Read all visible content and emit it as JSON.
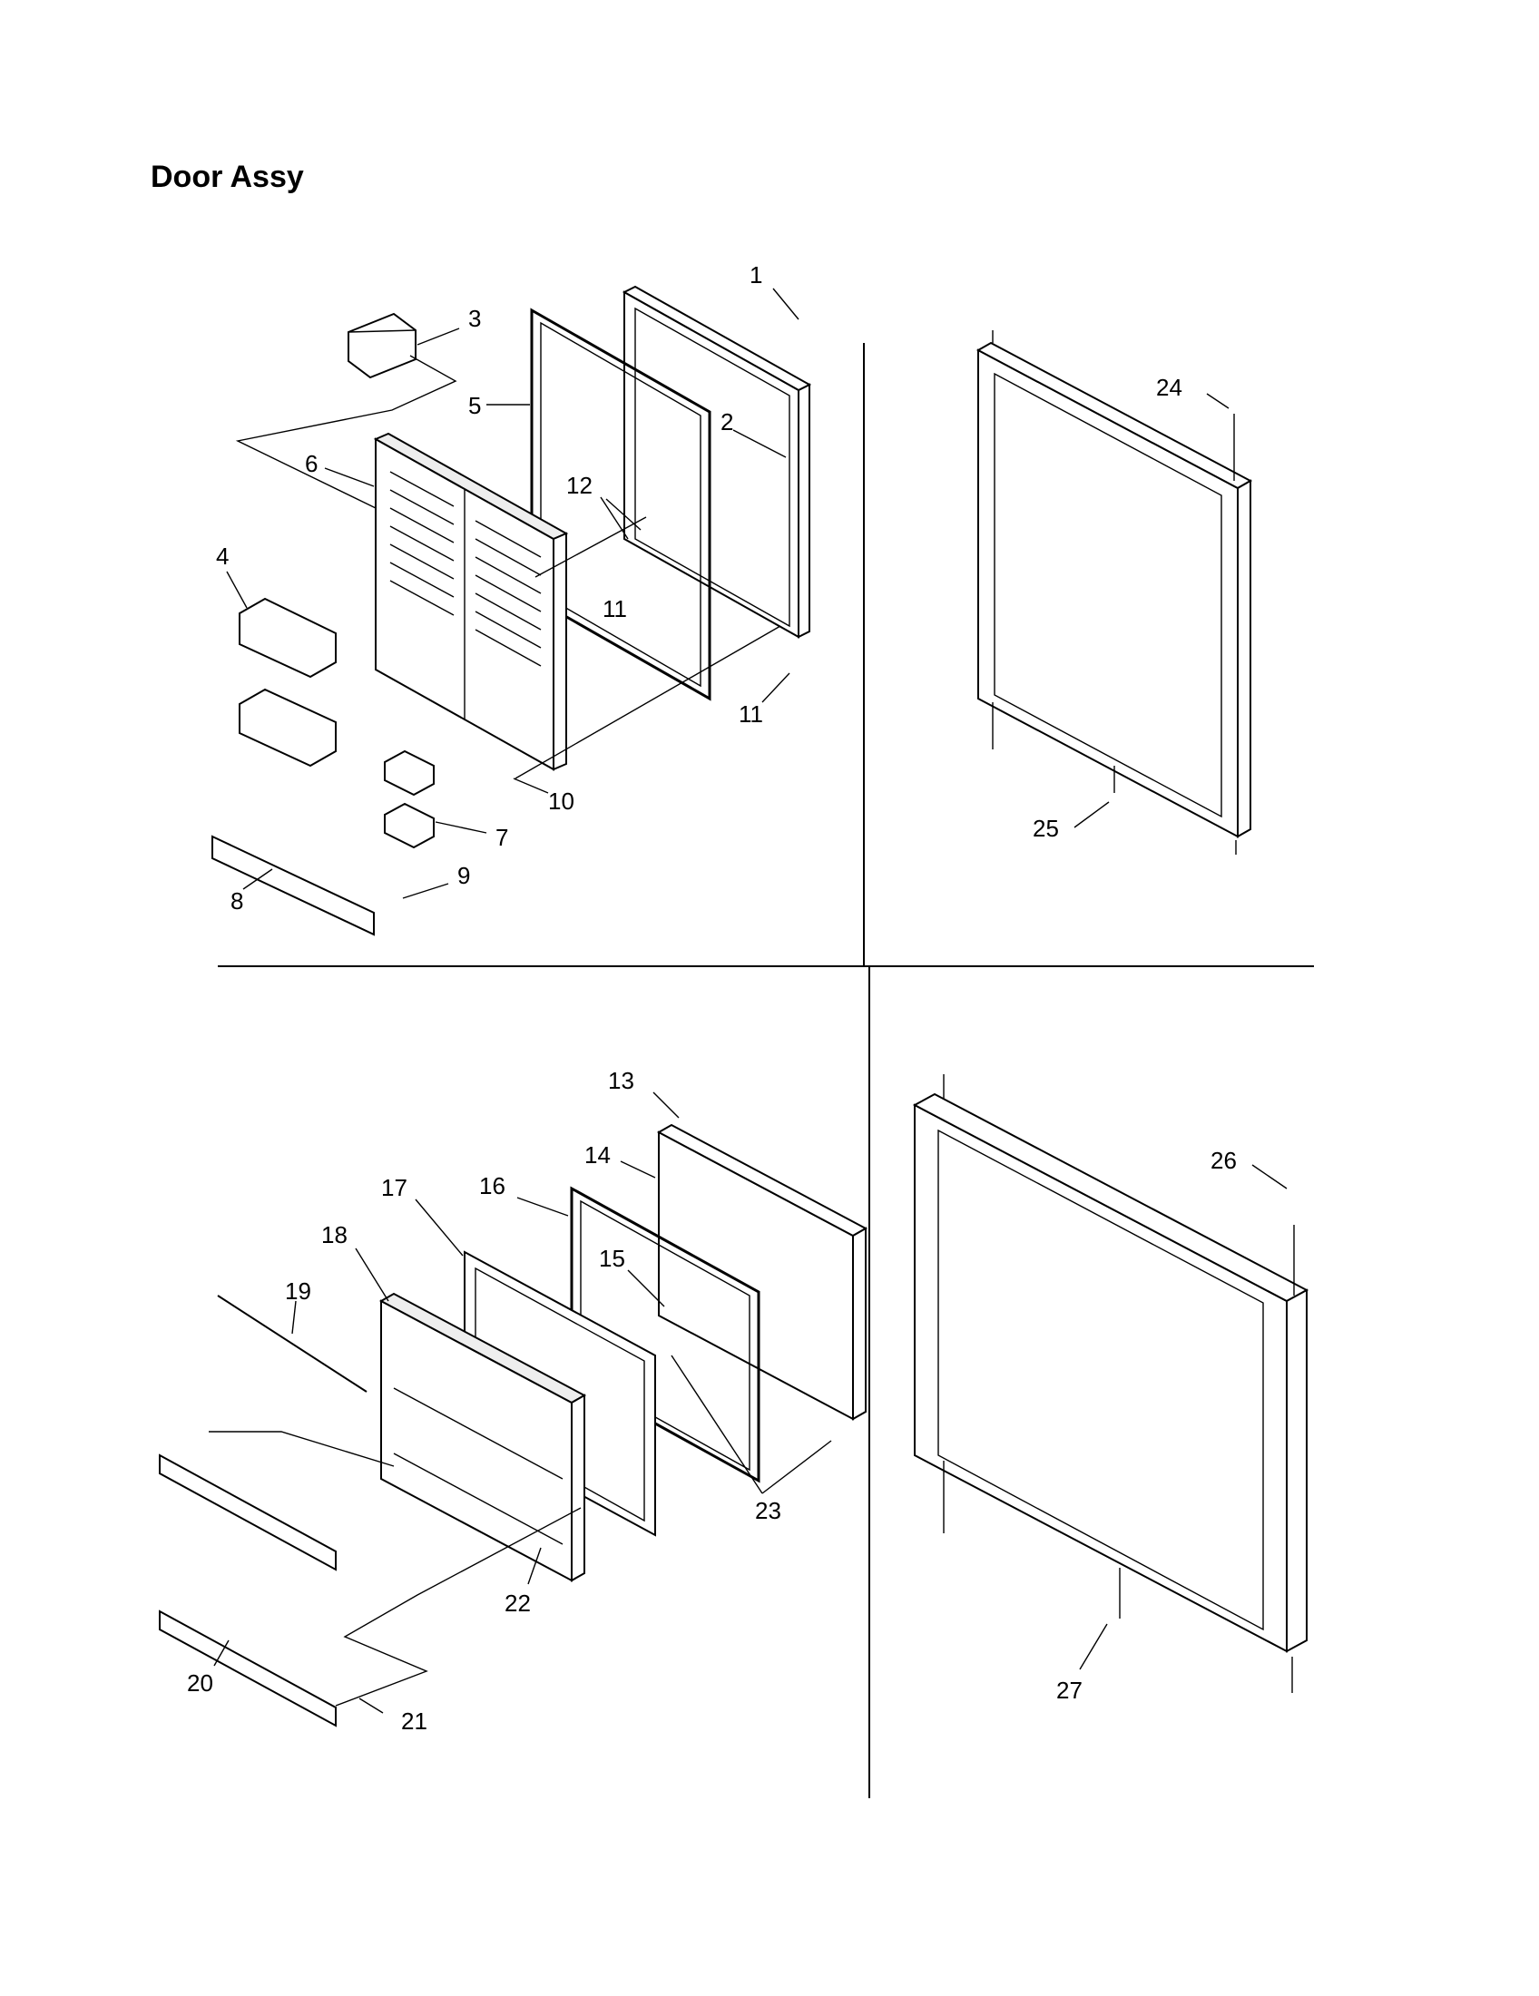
{
  "title": "Door Assy",
  "callouts": [
    {
      "id": "c1",
      "text": "1"
    },
    {
      "id": "c2",
      "text": "2"
    },
    {
      "id": "c3",
      "text": "3"
    },
    {
      "id": "c4",
      "text": "4"
    },
    {
      "id": "c5",
      "text": "5"
    },
    {
      "id": "c6",
      "text": "6"
    },
    {
      "id": "c7",
      "text": "7"
    },
    {
      "id": "c8",
      "text": "8"
    },
    {
      "id": "c9",
      "text": "9"
    },
    {
      "id": "c10",
      "text": "10"
    },
    {
      "id": "c11a",
      "text": "11"
    },
    {
      "id": "c11b",
      "text": "11"
    },
    {
      "id": "c12",
      "text": "12"
    },
    {
      "id": "c13",
      "text": "13"
    },
    {
      "id": "c14",
      "text": "14"
    },
    {
      "id": "c15",
      "text": "15"
    },
    {
      "id": "c16",
      "text": "16"
    },
    {
      "id": "c17",
      "text": "17"
    },
    {
      "id": "c18",
      "text": "18"
    },
    {
      "id": "c19",
      "text": "19"
    },
    {
      "id": "c20",
      "text": "20"
    },
    {
      "id": "c21",
      "text": "21"
    },
    {
      "id": "c22",
      "text": "22"
    },
    {
      "id": "c23",
      "text": "23"
    },
    {
      "id": "c24",
      "text": "24"
    },
    {
      "id": "c25",
      "text": "25"
    },
    {
      "id": "c26",
      "text": "26"
    },
    {
      "id": "c27",
      "text": "27"
    }
  ]
}
